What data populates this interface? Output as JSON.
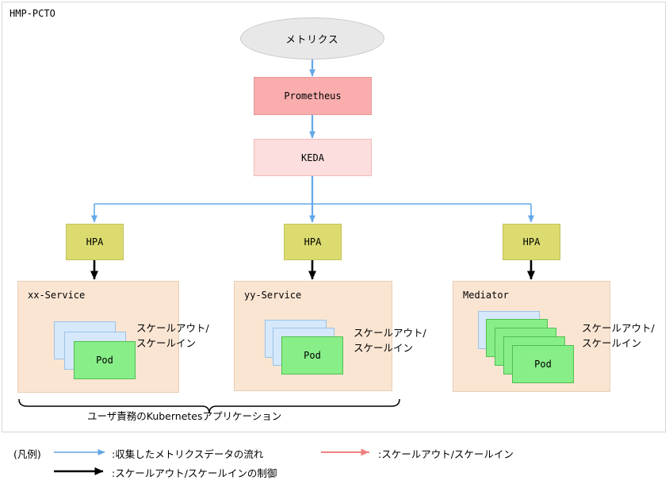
{
  "slide": {
    "title": "HMP-PCTO"
  },
  "nodes": {
    "metrics": {
      "label": "メトリクス"
    },
    "prometheus": {
      "label": "Prometheus"
    },
    "keda": {
      "label": "KEDA"
    },
    "hpa1": {
      "label": "HPA"
    },
    "hpa2": {
      "label": "HPA"
    },
    "hpa3": {
      "label": "HPA"
    }
  },
  "services": [
    {
      "name": "xx-Service",
      "pod_label": "Pod",
      "blue_pods": 2,
      "green_pods": 1,
      "scale_label_line1": "スケールアウト/",
      "scale_label_line2": "スケールイン"
    },
    {
      "name": "yy-Service",
      "pod_label": "Pod",
      "blue_pods": 2,
      "green_pods": 1,
      "scale_label_line1": "スケールアウト/",
      "scale_label_line2": "スケールイン"
    },
    {
      "name": "Mediator",
      "pod_label": "Pod",
      "blue_pods": 1,
      "green_pods": 4,
      "scale_label_line1": "スケールアウト/",
      "scale_label_line2": "スケールイン"
    }
  ],
  "bracket": {
    "label": "ユーザ責務のKubernetesアプリケーション"
  },
  "legend": {
    "title": "(凡例)",
    "items": [
      {
        "arrow": "blue-arrow-icon",
        "text": ":収集したメトリクスデータの流れ"
      },
      {
        "arrow": "red-arrow-icon",
        "text": ":スケールアウト/スケールイン"
      },
      {
        "arrow": "black-arrow-icon",
        "text": ":スケールアウト/スケールインの制御"
      }
    ]
  },
  "colors": {
    "metrics_fill": "#e8e8e8",
    "prometheus_fill": "#f9adad",
    "keda_fill": "#fcdede",
    "hpa_fill": "#dbdb70",
    "service_fill": "#fae5d3",
    "pod_blue_fill": "#d6e8fb",
    "pod_green_fill": "#88ee88",
    "flow_arrow": "#63a8e8",
    "scale_arrow": "#f08080",
    "control_arrow": "#000000"
  }
}
